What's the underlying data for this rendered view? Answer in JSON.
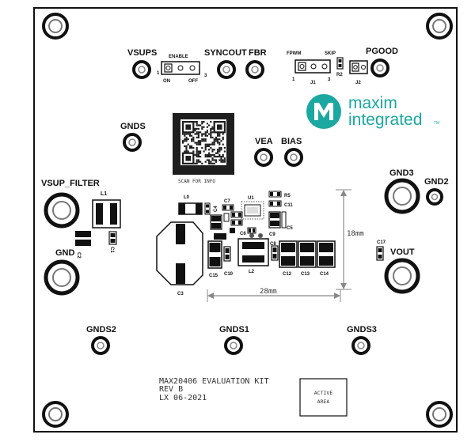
{
  "labels": {
    "vsups": "VSUPS",
    "enable": "ENABLE",
    "enable_pin1": "1",
    "enable_pin3": "3",
    "enable_on": "ON",
    "enable_off": "OFF",
    "syncout": "SYNCOUT",
    "fbr": "FBR",
    "fpwm": "FPWM",
    "skip": "SKIP",
    "j1_pin1": "1",
    "j1_pin3": "3",
    "j1": "J1",
    "r2": "R2",
    "j2": "J2",
    "pgood": "PGOOD",
    "gnds": "GNDS",
    "vea": "VEA",
    "bias": "BIAS",
    "gnd3": "GND3",
    "gnd2": "GND2",
    "vsup_filter": "VSUP_FILTER",
    "l1": "L1",
    "c1": "C1",
    "c2": "C2",
    "gnd": "GND",
    "l0": "L0",
    "c4": "C4",
    "c7": "C7",
    "u1": "U1",
    "r5": "R5",
    "c11": "C11",
    "c6": "C6",
    "c9": "C9",
    "c5": "C5",
    "c8": "C8",
    "c3": "C3",
    "c15": "C15",
    "c10": "C10",
    "l2": "L2",
    "c12": "C12",
    "c13": "C13",
    "c14": "C14",
    "c17": "C17",
    "vout": "VOUT",
    "dim_vertical": "18mm",
    "dim_horizontal": "28mm",
    "gnds2": "GNDS2",
    "gnds1": "GNDS1",
    "gnds3": "GNDS3",
    "qr_caption": "SCAN FOR INFO",
    "kit_line1": "MAX20406 EVALUATION KIT",
    "kit_line2": "REV B",
    "kit_line3": "LX 06-2021",
    "active_area_line1": "ACTIVE",
    "active_area_line2": "AREA"
  },
  "logo": {
    "word1": "maxim",
    "word2": "integrated",
    "tm": "TM",
    "color": "#1aa8a0"
  }
}
